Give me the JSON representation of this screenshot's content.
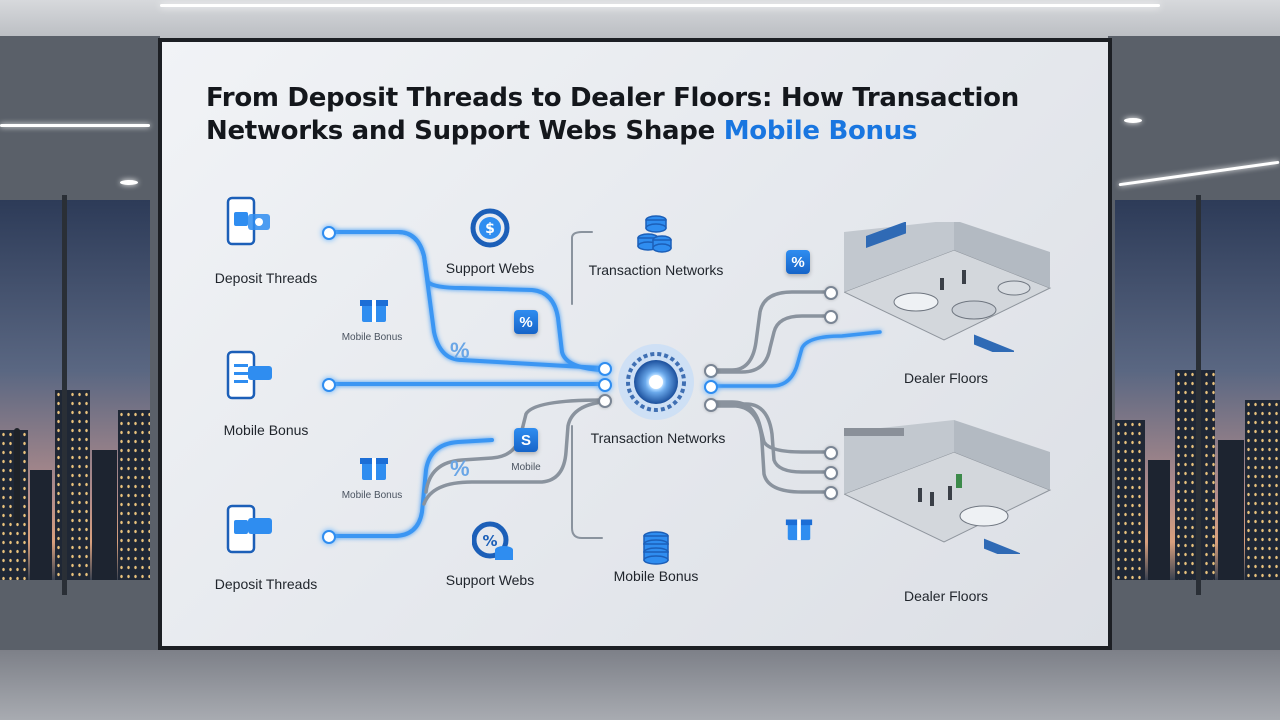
{
  "title": {
    "main": "From Deposit Threads to Dealer Floors: How Transaction Networks and Support Webs Shape",
    "accent": "Mobile Bonus"
  },
  "labels": {
    "deposit_threads_top": "Deposit Threads",
    "mobile_bonus_left": "Mobile Bonus",
    "deposit_threads_bottom": "Deposit Threads",
    "mobile_bonus_small_top": "Mobile Bonus",
    "mobile_bonus_small_bottom": "Mobile Bonus",
    "support_webs_top": "Support Webs",
    "support_webs_bottom": "Support Webs",
    "transaction_networks_top": "Transaction Networks",
    "transaction_networks_center": "Transaction Networks",
    "mobile_bonus_bottom_center": "Mobile Bonus",
    "mobile_small_center": "Mobile",
    "dealer_floors_top": "Dealer Floors",
    "dealer_floors_bottom": "Dealer Floors",
    "badge_percent": "%",
    "badge_s": "S"
  },
  "colors": {
    "accent": "#1976e0",
    "line_blue": "#2f8df0",
    "line_gray": "#7a8594",
    "hub": "#3a8fff"
  },
  "icons": [
    "phone-deposit-icon",
    "gift-icon",
    "percent-icon",
    "dollar-coin-icon",
    "database-icon",
    "network-hub-icon",
    "dealer-floor-illustration"
  ]
}
